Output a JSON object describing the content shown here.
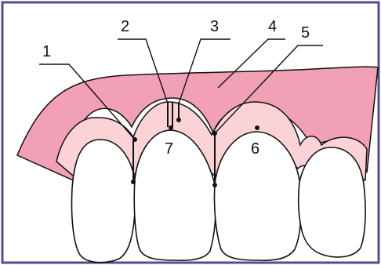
{
  "colors": {
    "frame": "#5b4a8c",
    "gingiva_dark": "#f2a0b5",
    "gingiva_light": "#fbd3d6",
    "tooth": "#ffffff",
    "stroke": "#111111"
  },
  "labels": {
    "l1": "1",
    "l2": "2",
    "l3": "3",
    "l4": "4",
    "l5": "5",
    "l6": "6",
    "l7": "7"
  }
}
